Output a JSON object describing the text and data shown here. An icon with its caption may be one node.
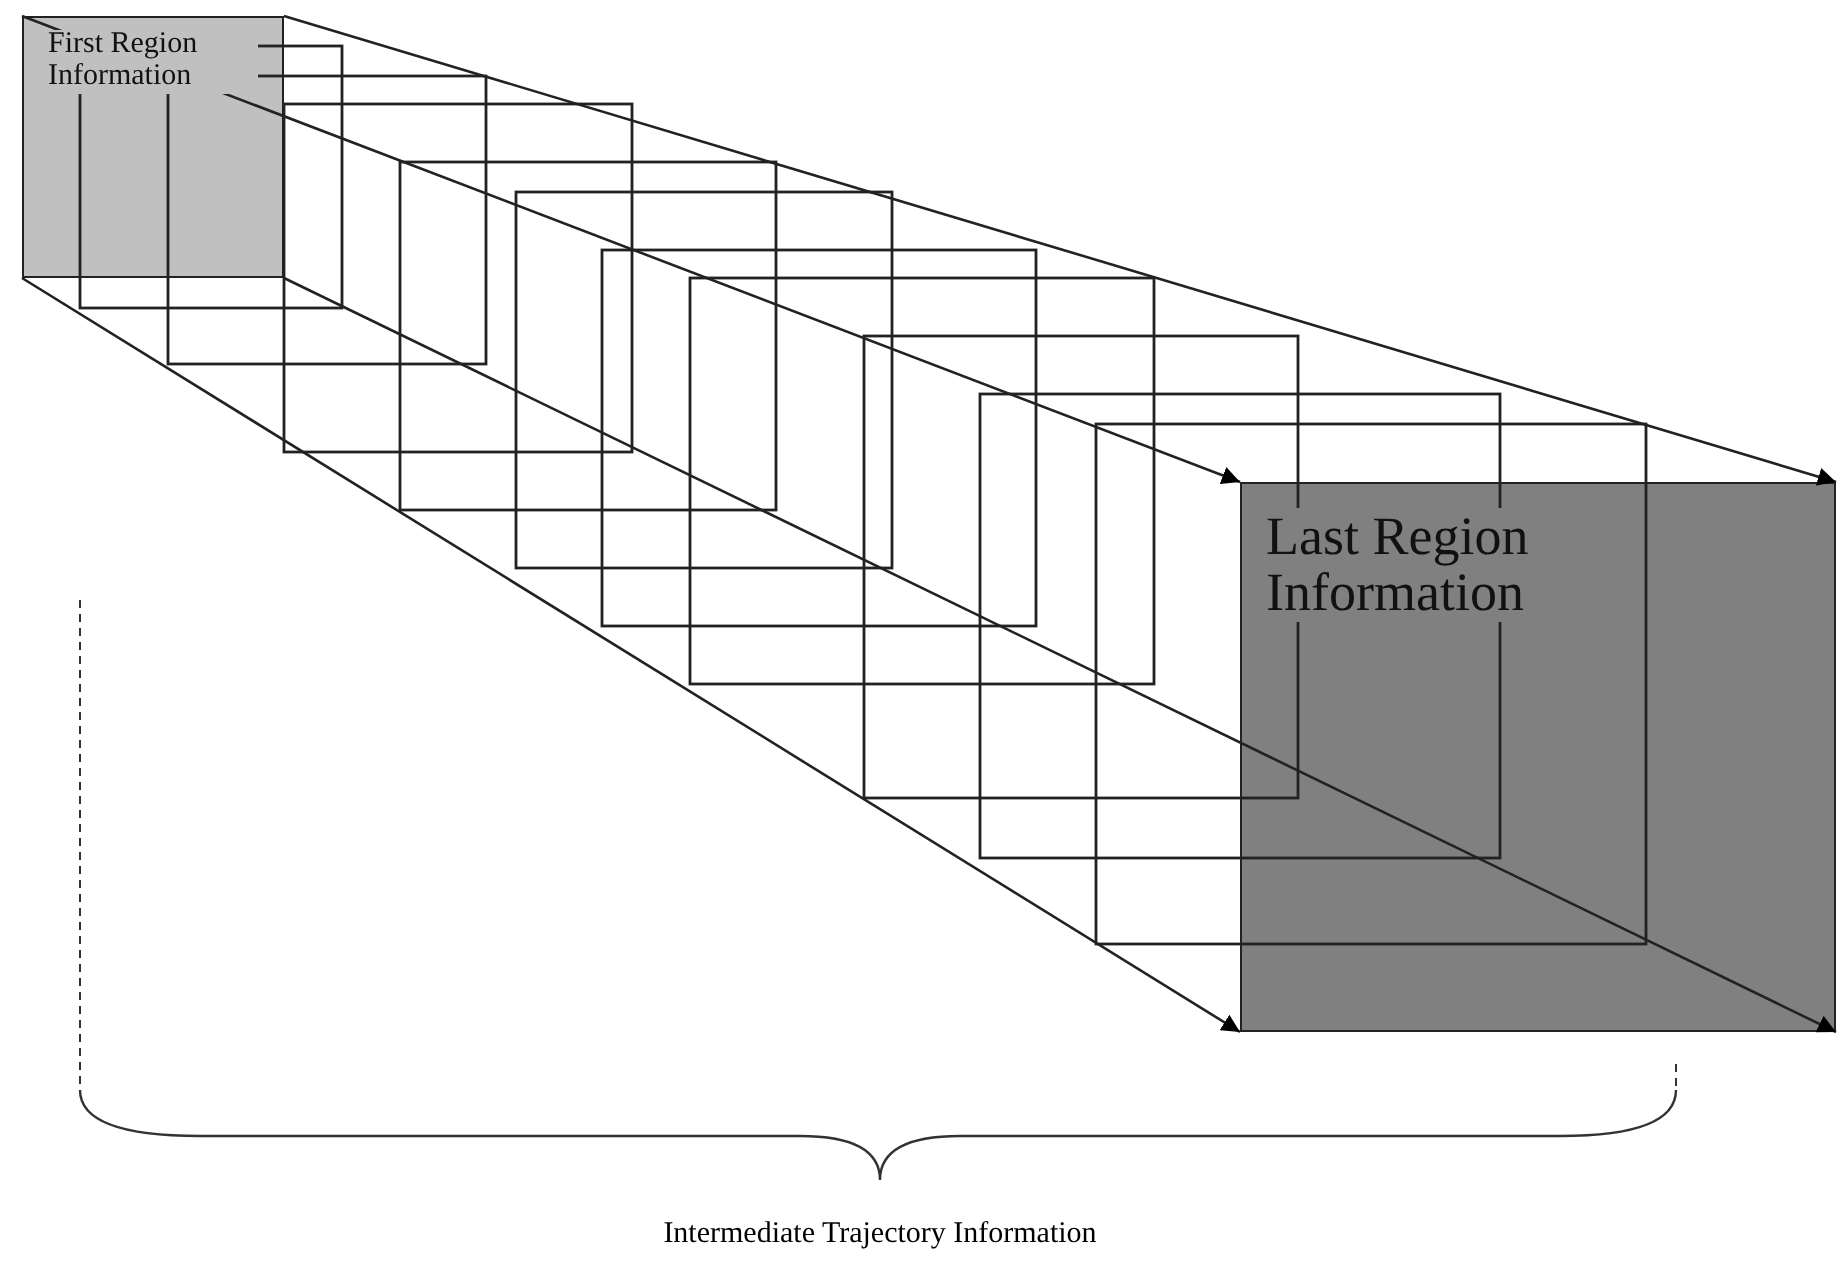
{
  "diagram": {
    "nodes": [
      {
        "text": [
          "First Region Information"
        ]
      },
      {
        "text": [
          "Last Region Information"
        ]
      }
    ],
    "edges": [
      {
        "from": 0,
        "to": 1,
        "arrow": "to"
      },
      {
        "from": 0,
        "to": 1,
        "arrow": "to"
      },
      {
        "from": 0,
        "to": 1,
        "arrow": "to"
      },
      {
        "from": 0,
        "to": 1,
        "arrow": "to"
      }
    ],
    "labels": [
      "Intermediate Trajectory Information"
    ]
  }
}
